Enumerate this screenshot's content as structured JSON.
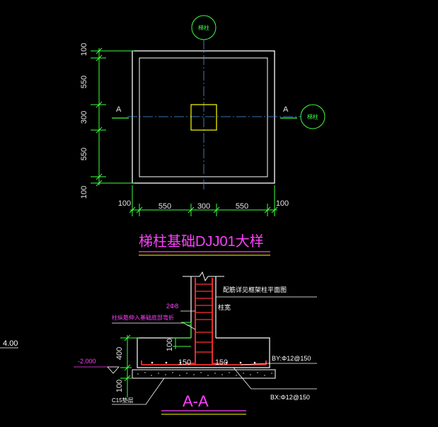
{
  "plan": {
    "dims_vertical": [
      "100",
      "550",
      "300",
      "550",
      "100"
    ],
    "dims_horizontal": [
      "100",
      "550",
      "300",
      "550",
      "100"
    ],
    "section_mark_left": "A",
    "section_mark_right": "A",
    "axis_top": "梯柱",
    "axis_right": "梯柱"
  },
  "title": {
    "main": "梯柱基础DJJ01大样"
  },
  "section": {
    "title": "A-A",
    "elev_left": "4.00",
    "elev_found": "-2.000",
    "dim_height_found": "400",
    "dim_height_pad": "100",
    "dim_edge": "100",
    "dim_150_left": "150",
    "dim_150_right": "150",
    "note_top": "配筋详见框架柱平面图",
    "note_2phi": "2Φ8",
    "note_col_width": "柱宽",
    "note_stirrup": "柱纵筋伸入基础底部弯折",
    "note_by": "BY:Φ12@150",
    "note_bx": "BX:Φ12@150",
    "note_c15": "C15垫层"
  },
  "colors": {
    "background": "#000000",
    "outline": "#ffffff",
    "dimension": "#40ff40",
    "axis": "#4a9be8",
    "column": "#ffff00",
    "title": "#ff40ff",
    "rebar": "#ff3030",
    "hatch": "#a0a0a0"
  }
}
